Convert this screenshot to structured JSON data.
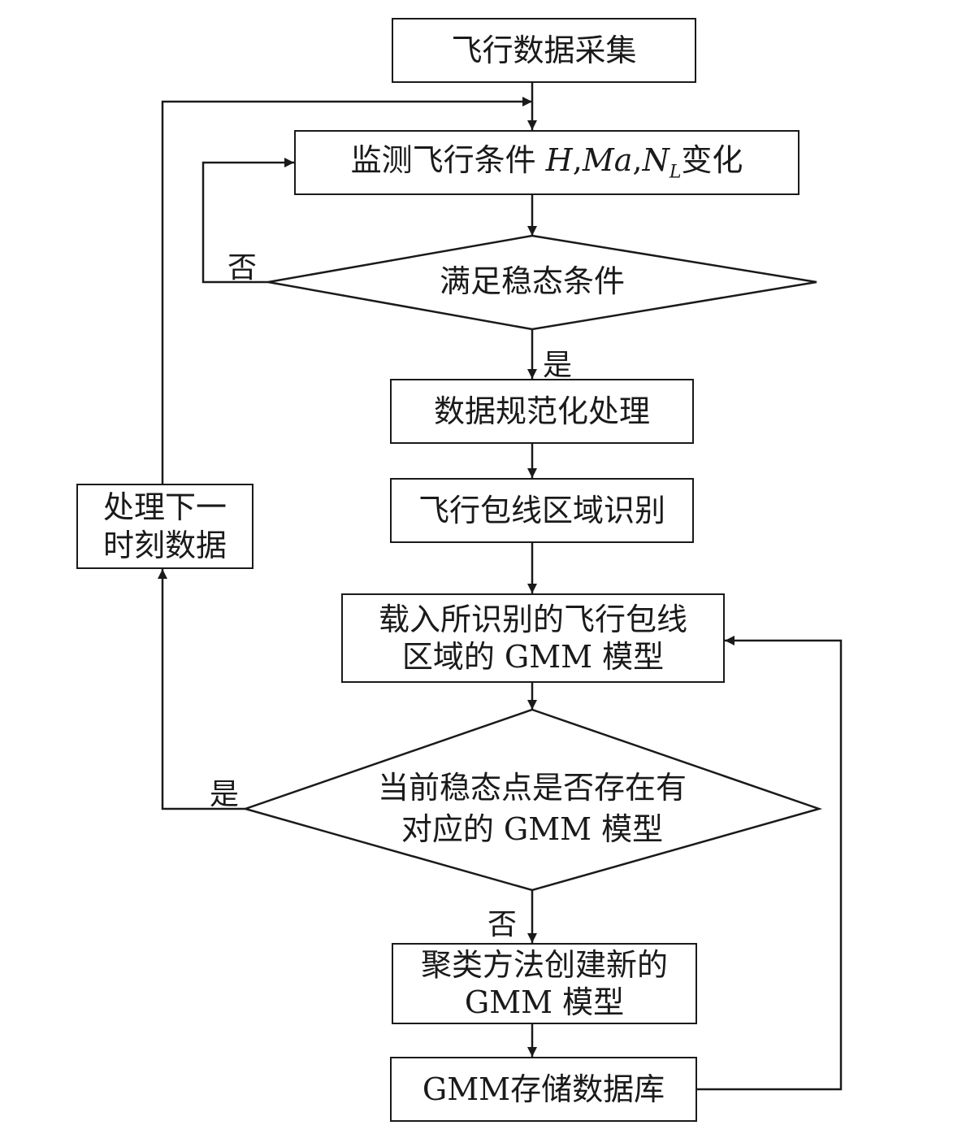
{
  "nodes": {
    "collect": "飞行数据采集",
    "monitor": {
      "prefix": "监测飞行条件 ",
      "h": "H",
      "comma1": ",",
      "ma": "Ma",
      "comma2": ",",
      "n": "N",
      "sub": "L",
      "suffix": "变化"
    },
    "steady_check": "满足稳态条件",
    "normalize": "数据规范化处理",
    "envelope_id": "飞行包线区域识别",
    "load_gmm": {
      "line1": "载入所识别的飞行包线",
      "line2": "区域的 GMM 模型"
    },
    "gmm_exists": {
      "line1": "当前稳态点是否存在有",
      "line2": "对应的 GMM 模型"
    },
    "cluster_new": {
      "line1": "聚类方法创建新的",
      "line2": "GMM 模型"
    },
    "store_db": "GMM存储数据库",
    "next_data": {
      "line1": "处理下一",
      "line2": "时刻数据"
    }
  },
  "edge_labels": {
    "steady_no": "否",
    "steady_yes": "是",
    "exists_yes": "是",
    "exists_no": "否"
  }
}
